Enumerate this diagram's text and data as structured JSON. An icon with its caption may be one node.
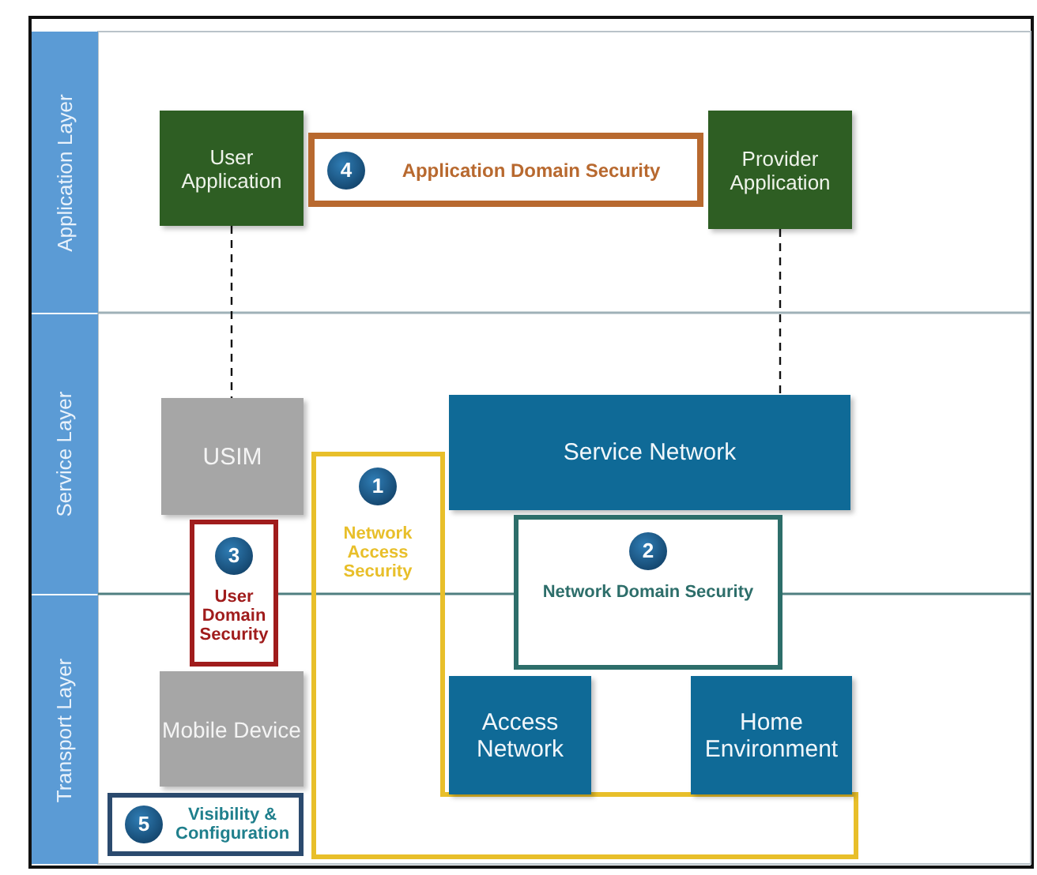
{
  "diagram": {
    "nodes": [
      {
        "text": [
          "Application Layer"
        ]
      },
      {
        "text": [
          "Service Layer"
        ]
      },
      {
        "text": [
          "Transport Layer"
        ]
      },
      {
        "text": [
          "User Application"
        ]
      },
      {
        "text": [
          "4",
          "Application Domain Security"
        ]
      },
      {
        "text": [
          "Provider Application"
        ]
      },
      {
        "text": [
          "USIM"
        ]
      },
      {
        "text": [
          "Service Network"
        ]
      },
      {
        "text": [
          "1",
          "Network Access Security"
        ]
      },
      {
        "text": [
          "3",
          "User Domain Security"
        ]
      },
      {
        "text": [
          "2",
          "Network Domain Security"
        ]
      },
      {
        "text": [
          "Mobile Device"
        ]
      },
      {
        "text": [
          "Access Network"
        ]
      },
      {
        "text": [
          "Home Environment"
        ]
      },
      {
        "text": [
          "5",
          "Visibility & Configuration"
        ]
      }
    ],
    "edges": [
      {
        "from": 3,
        "to": 6,
        "arrow": "none",
        "style": "dashed"
      },
      {
        "from": 5,
        "to": 7,
        "arrow": "none",
        "style": "dashed"
      }
    ]
  }
}
